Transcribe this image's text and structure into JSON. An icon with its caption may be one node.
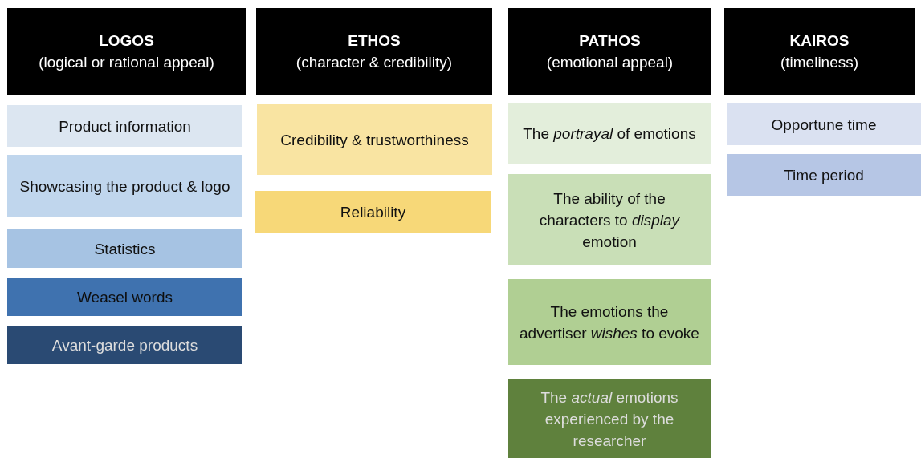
{
  "diagram": {
    "nodes": [
      {
        "text": [
          "LOGOS",
          "(logical or rational appeal)"
        ]
      },
      {
        "text": [
          "Product information"
        ]
      },
      {
        "text": [
          "Showcasing the product & logo"
        ]
      },
      {
        "text": [
          "Statistics"
        ]
      },
      {
        "text": [
          "Weasel words"
        ]
      },
      {
        "text": [
          "Avant-garde products"
        ]
      },
      {
        "text": [
          "ETHOS",
          "(character & credibility)"
        ]
      },
      {
        "text": [
          "Credibility & trustworthiness"
        ]
      },
      {
        "text": [
          "Reliability"
        ]
      },
      {
        "text": [
          "PATHOS",
          "(emotional appeal)"
        ]
      },
      {
        "text": [
          "The *portrayal* of emotions"
        ]
      },
      {
        "text": [
          "The ability of the characters to *display* emotion"
        ]
      },
      {
        "text": [
          "The emotions the advertiser *wishes* to evoke"
        ]
      },
      {
        "text": [
          "The *actual* emotions experienced by the researcher"
        ]
      },
      {
        "text": [
          "KAIROS",
          "(timeliness)"
        ]
      },
      {
        "text": [
          "Opportune time"
        ]
      },
      {
        "text": [
          "Time period"
        ]
      }
    ]
  }
}
